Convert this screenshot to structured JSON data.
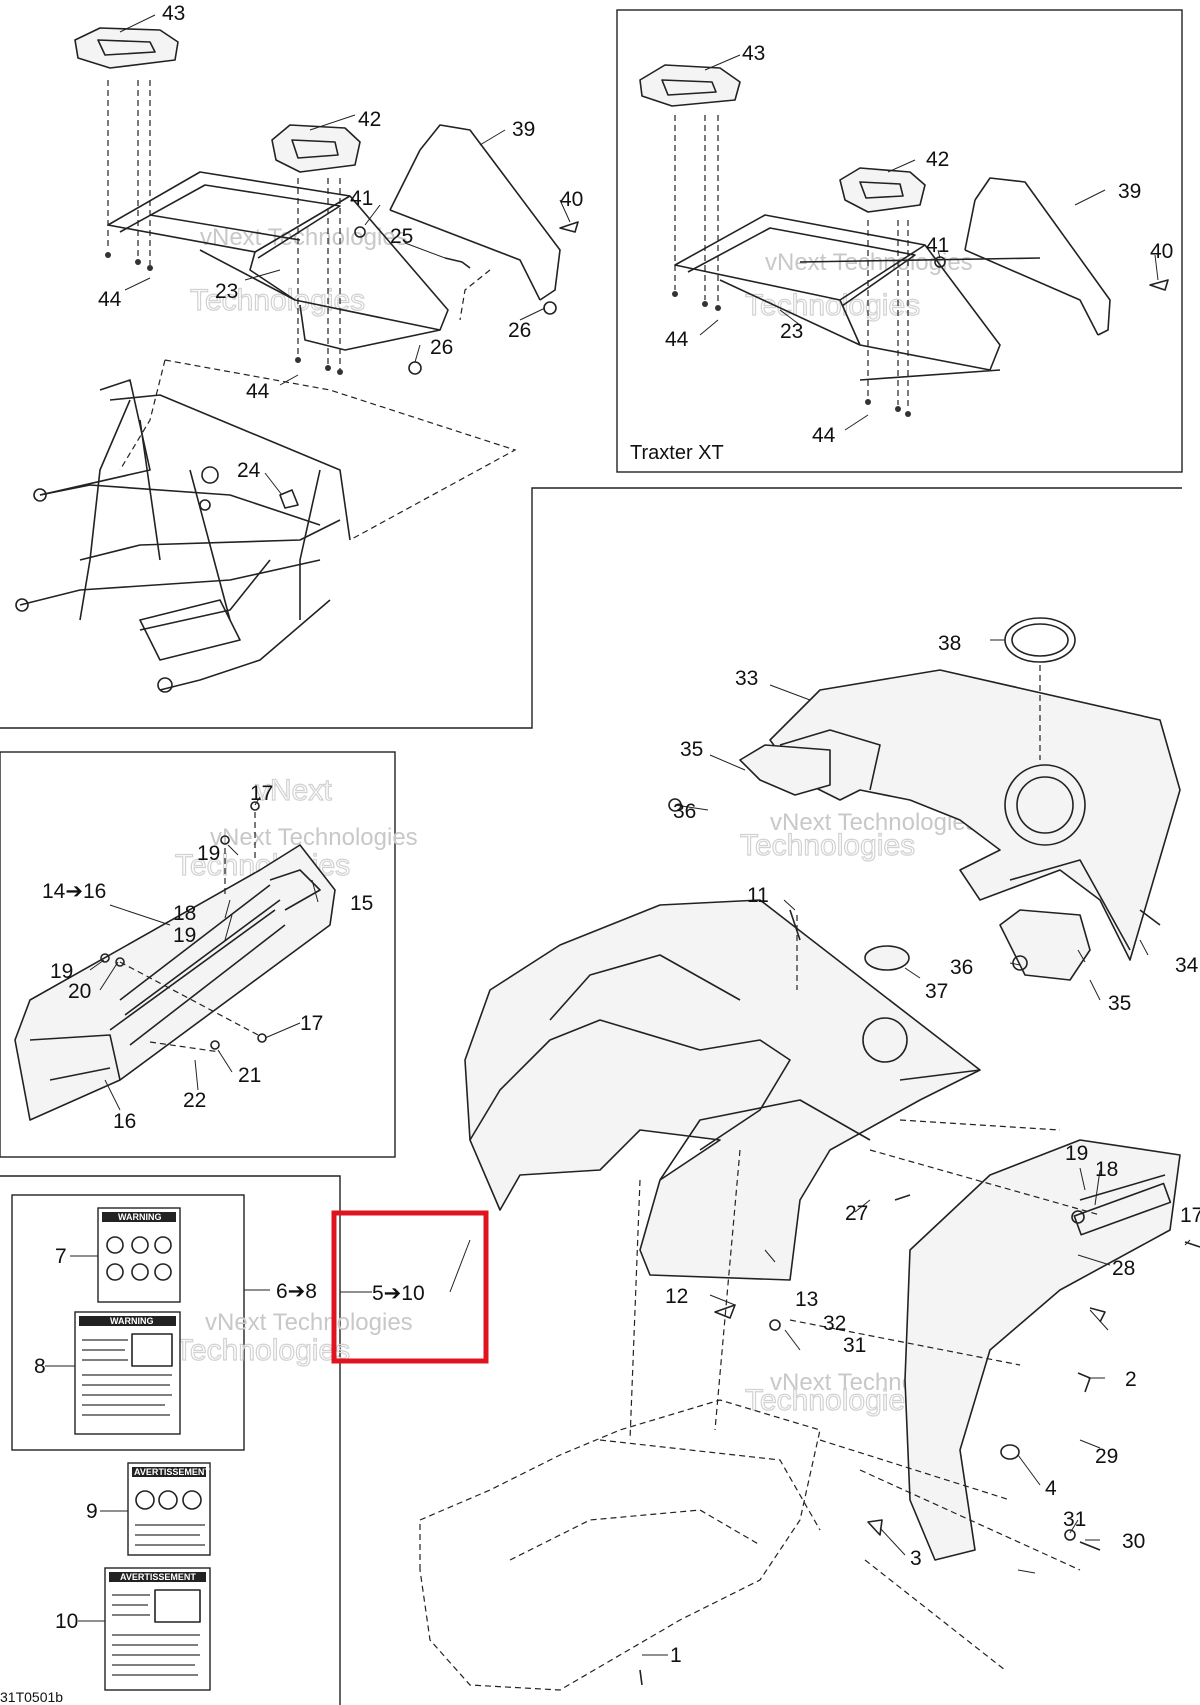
{
  "variant_label": "Traxter XT",
  "drawing_number": "31T0501b",
  "watermark": {
    "line1": "vNext Technologies",
    "line2": "Technologies",
    "line3": "vNext"
  },
  "callouts": {
    "p1": "1",
    "p2": "2",
    "p3": "3",
    "p4": "4",
    "p5_10": "5➔10",
    "p6_8": "6➔8",
    "p7": "7",
    "p8": "8",
    "p9": "9",
    "p10": "10",
    "p11": "11",
    "p12": "12",
    "p13": "13",
    "p14_16": "14➔16",
    "p15": "15",
    "p16": "16",
    "p17": "17",
    "p18": "18",
    "p19": "19",
    "p20": "20",
    "p21": "21",
    "p22": "22",
    "p23": "23",
    "p24": "24",
    "p25": "25",
    "p26": "26",
    "p27": "27",
    "p28": "28",
    "p29": "29",
    "p30": "30",
    "p31": "31",
    "p32": "32",
    "p33": "33",
    "p34": "34",
    "p35": "35",
    "p36": "36",
    "p37": "37",
    "p38": "38",
    "p39": "39",
    "p40": "40",
    "p41": "41",
    "p42": "42",
    "p43": "43",
    "p44": "44"
  },
  "decals": {
    "warning": "WARNING",
    "avertissement": "AVERTISSEMENT"
  },
  "colors": {
    "highlight": "#e0141e",
    "line": "#222222",
    "watermark": "#c8c8c8"
  }
}
